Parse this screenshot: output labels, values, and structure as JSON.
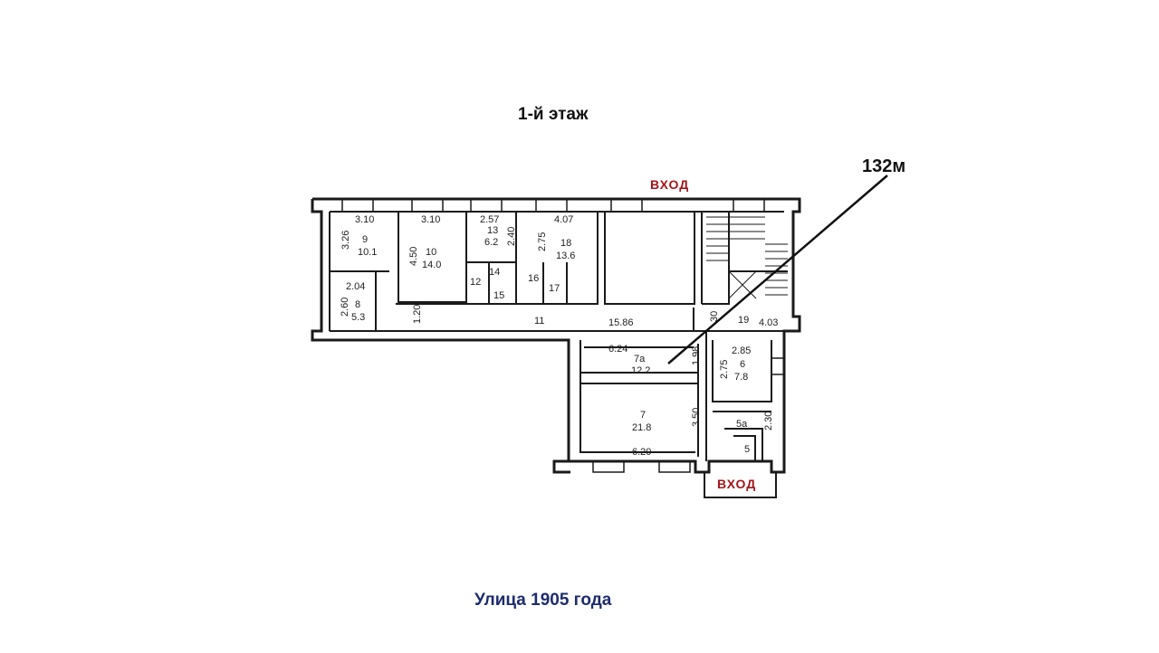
{
  "floor_title": "1-й этаж",
  "street": "Улица 1905 года",
  "area_callout": "132м",
  "entrances": [
    "ВХОД",
    "ВХОД"
  ],
  "colors": {
    "entrance": "#a3161b",
    "street": "#1e2c6e",
    "lines": "#1a1a1a"
  },
  "rooms": [
    {
      "number": "9",
      "area": "10.1",
      "width": "3.10",
      "depth": "3.26"
    },
    {
      "number": "10",
      "area": "14.0",
      "width": "3.10",
      "depth": "4.50"
    },
    {
      "number": "13",
      "area": "6.2",
      "width": "2.57",
      "depth": "2.40"
    },
    {
      "number": "18",
      "area": "13.6",
      "width": "4.07",
      "depth": "2.75"
    },
    {
      "number": "8",
      "area": "5.3",
      "width": "2.04",
      "depth": "2.60"
    },
    {
      "number": "12"
    },
    {
      "number": "14"
    },
    {
      "number": "15"
    },
    {
      "number": "16"
    },
    {
      "number": "17"
    },
    {
      "number": "11",
      "length": "15.86",
      "width": "1.20"
    },
    {
      "number": "19",
      "length": "4.03",
      "width": "30"
    },
    {
      "number": "7а",
      "area": "12.2",
      "width": "6.24",
      "depth": "1.98"
    },
    {
      "number": "7",
      "area": "21.8",
      "width": "6.20",
      "depth": "3.50"
    },
    {
      "number": "6",
      "area": "7.8",
      "width": "2.85",
      "depth": "2.75"
    },
    {
      "number": "5а",
      "depth": "2.30"
    },
    {
      "number": "5"
    }
  ]
}
